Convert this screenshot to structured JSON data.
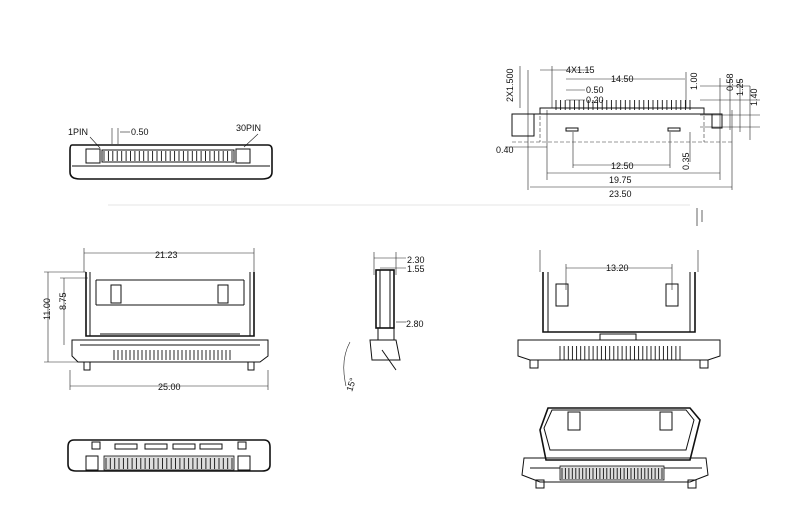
{
  "drawing": {
    "pins": {
      "first": "1PIN",
      "last": "30PIN",
      "pitch": "0.50"
    },
    "top_dims": {
      "h_2x1500": "2X1.500",
      "d_4x115": "4X1.15",
      "d_1450": "14.50",
      "d_050": "0.50",
      "d_020": "0.20",
      "d_100": "1.00",
      "d_058": "0.58",
      "d_125": "1.25",
      "d_140": "1.40",
      "d_040": "0.40",
      "d_1250": "12.50",
      "d_035": "0.35",
      "d_1975": "19.75",
      "d_2350": "23.50"
    },
    "front_dims": {
      "d_1100": "11.00",
      "d_875": "8.75",
      "d_2500": "25.00",
      "d_2123": "21.23"
    },
    "side_dims": {
      "d_230": "2.30",
      "d_155": "1.55",
      "d_280": "2.80",
      "angle": "15°"
    },
    "rear_dims": {
      "d_1320": "13.20"
    }
  }
}
